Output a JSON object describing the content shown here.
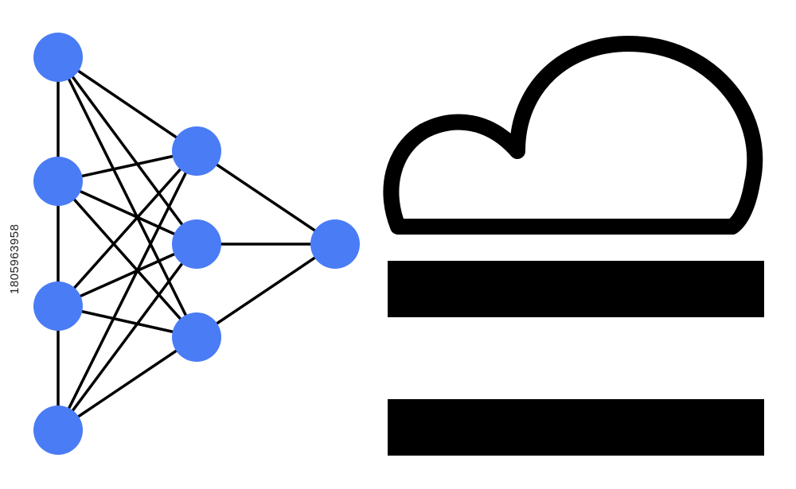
{
  "colors": {
    "node_fill": "#4a7cf5",
    "edge_stroke": "#000000",
    "icon_stroke": "#000000",
    "background": "#ffffff"
  },
  "network": {
    "layers": [
      {
        "node_count": 4
      },
      {
        "node_count": 3
      },
      {
        "node_count": 1
      }
    ]
  },
  "icons": {
    "network": "neural-network-icon",
    "fog": "fog-cloud-icon"
  },
  "image_id": "1805963958"
}
